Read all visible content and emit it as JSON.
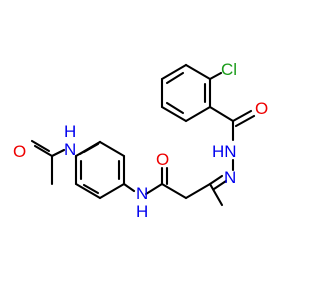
{
  "molecule": {
    "labels": {
      "chlorine": "Cl",
      "carbonyl_oxygen_top": "O",
      "hydrazide_nh": "HN",
      "hydrazone_n": "N",
      "amide_oxygen": "O",
      "amide_nh": "N",
      "amide_nh_h": "H",
      "acetamide_nh": "N",
      "acetamide_nh_h": "H",
      "acetamide_oxygen": "O"
    },
    "colors": {
      "bond": "#000000",
      "chlorine": "#1a9c1a",
      "oxygen": "#ee0000",
      "nitrogen": "#0000ee"
    }
  }
}
